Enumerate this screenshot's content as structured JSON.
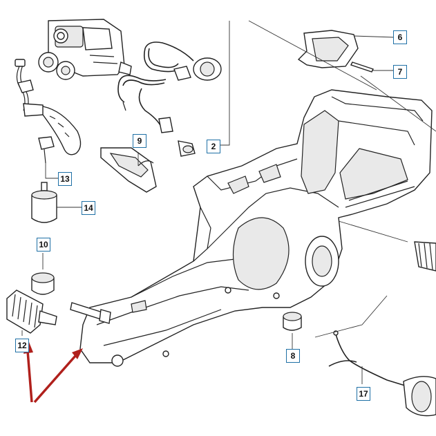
{
  "labels": {
    "l2": "2",
    "l6": "6",
    "l7": "7",
    "l8": "8",
    "l9": "9",
    "l10": "10",
    "l12": "12",
    "l13": "13",
    "l14": "14",
    "l17": "17"
  },
  "colors": {
    "label_border": "#1d6fa5",
    "arrow": "#b0201c",
    "line": "#222222"
  },
  "icons": {
    "arrows": "red-arrow-icon"
  }
}
